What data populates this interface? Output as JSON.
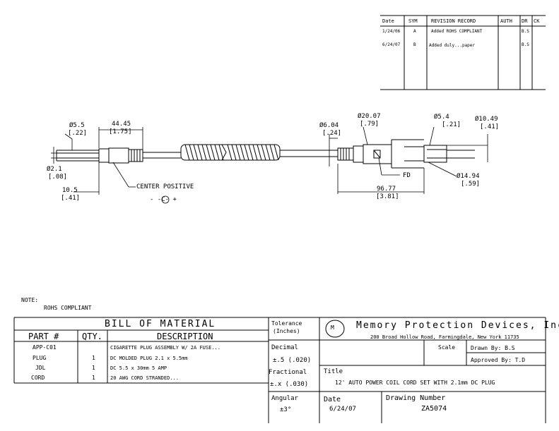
{
  "revision_table": {
    "headers": [
      "Date",
      "SYM",
      "REVISION RECORD",
      "AUTH",
      "DR",
      "CK"
    ],
    "rows": [
      [
        "1/24/06",
        "A",
        "Added ROHS COMPLIANT",
        "",
        "B.S",
        ""
      ],
      [
        "6/24/07",
        "B",
        "Added duly...paper",
        "",
        "B.S",
        ""
      ]
    ]
  },
  "dimensions": {
    "d1": "Ø5.5",
    "d1_in": "[.22]",
    "d2": "44.45",
    "d2_in": "[1.75]",
    "d3": "Ø2.1",
    "d3_in": "[.08]",
    "d4": "10.5",
    "d4_in": "[.41]",
    "center_positive": "CENTER POSITIVE",
    "polarity": "-  -C-  +",
    "d5": "Ø6.04",
    "d5_in": "[.24]",
    "d6": "Ø20.07",
    "d6_in": "[.79]",
    "d7": "Ø5.4",
    "d7_in": "[.21]",
    "d8": "Ø10.49",
    "d8_in": "[.41]",
    "fd": "FD",
    "d9": "Ø14.94",
    "d9_in": "[.59]",
    "d10": "96.77",
    "d10_in": "[3.81]"
  },
  "note": {
    "label": "NOTE:",
    "text": "ROHS COMPLIANT"
  },
  "bom": {
    "title": "BILL OF MATERIAL",
    "headers": [
      "PART #",
      "QTY.",
      "DESCRIPTION"
    ],
    "rows": [
      [
        "APP-C01",
        "",
        "CIGARETTE PLUG ASSEMBLY W/ 2A FUSE..."
      ],
      [
        "PLUG",
        "1",
        "DC MOLDED PLUG 2.1 x 5.5mm"
      ],
      [
        "JDL",
        "1",
        "DC 5.5 x 30mm 5 AMP"
      ],
      [
        "CORD",
        "1",
        "20 AWG CORD STRANDED..."
      ]
    ]
  },
  "title_block": {
    "tolerance_label": "Tolerance",
    "tolerance_unit": "(Inches)",
    "decimal_label": "Decimal",
    "decimal_value": "±.5 (.020)",
    "fractional_label": "Fractional",
    "fractional_value": "±.x (.030)",
    "angular_label": "Angular",
    "angular_value": "±3°",
    "company": "Memory Protection Devices, Inc",
    "address": "200 Broad Hollow Road, Farmingdale, New York 11735",
    "scale_label": "Scale",
    "drawn_by": "Drawn By: B.S",
    "approved_by": "Approved By: T.D",
    "title_label": "Title",
    "title_text": "12' AUTO POWER COIL CORD SET WITH 2.1mm DC PLUG",
    "date_label": "Date",
    "date_value": "6/24/07",
    "drawing_number_label": "Drawing Number",
    "drawing_number": "ZA5074"
  }
}
